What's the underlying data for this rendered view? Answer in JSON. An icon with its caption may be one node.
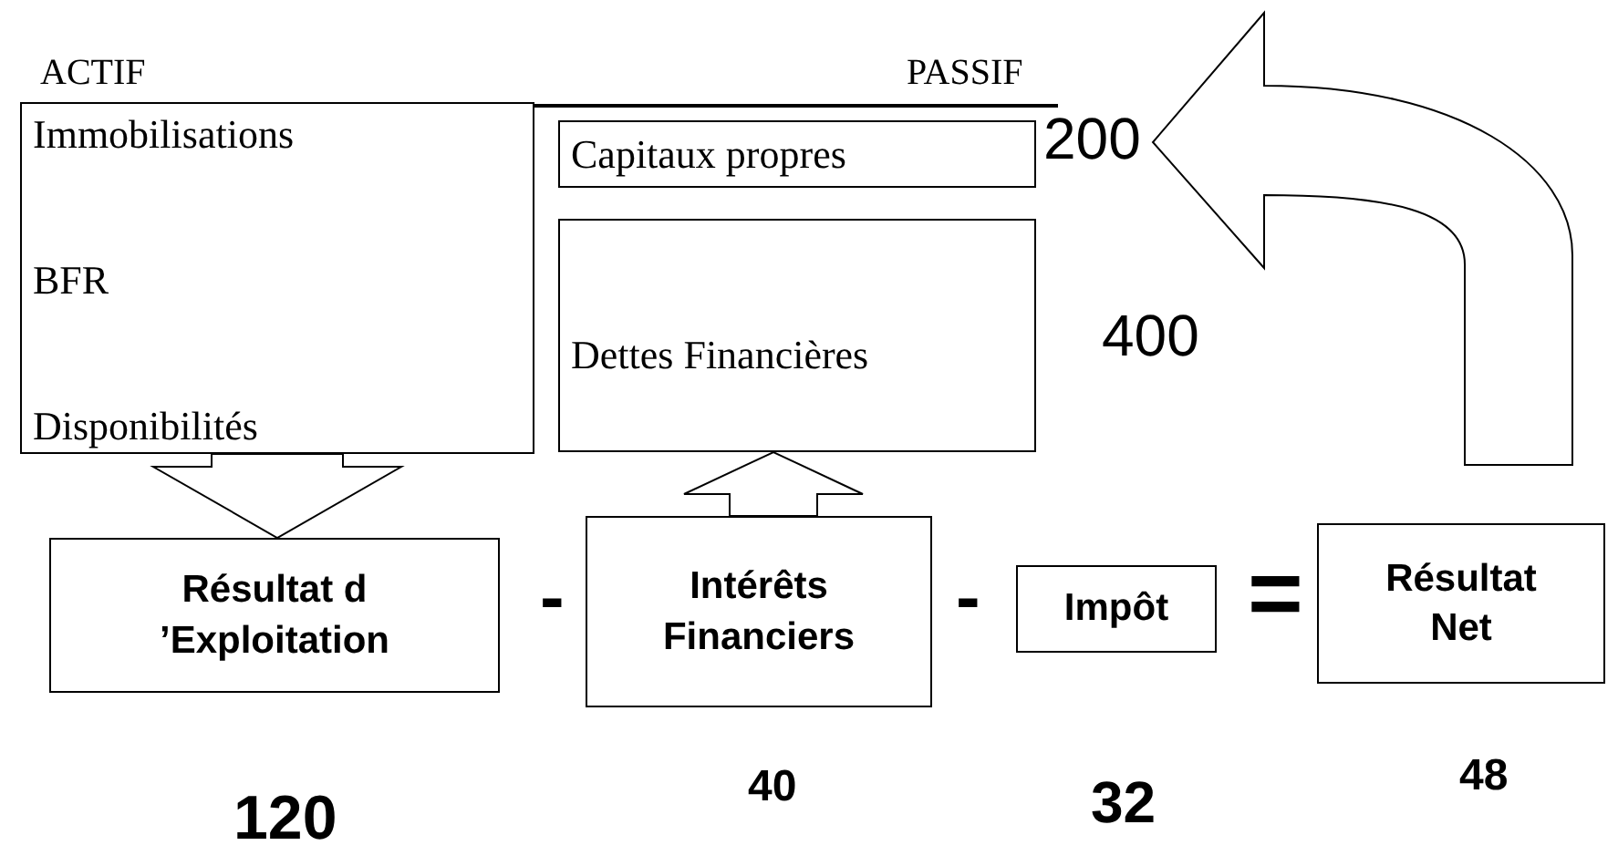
{
  "diagram": {
    "nodes": [
      {
        "text": [
          "Immobilisations",
          "BFR",
          "Disponibilités"
        ]
      },
      {
        "text": [
          "Capitaux propres"
        ]
      },
      {
        "text": [
          "Dettes Financières"
        ]
      },
      {
        "text": [
          "Résultat d ’Exploitation"
        ]
      },
      {
        "text": [
          "Intérêts Financiers"
        ]
      },
      {
        "text": [
          "Impôt"
        ]
      },
      {
        "text": [
          "Résultat Net"
        ]
      }
    ],
    "edges": [
      {
        "from": 0,
        "to": 3,
        "arrow": "to"
      },
      {
        "from": 4,
        "to": 2,
        "arrow": "to"
      },
      {
        "from": 6,
        "to": 1,
        "arrow": "to"
      }
    ],
    "labels": [
      "ACTIF",
      "PASSIF",
      "200",
      "400",
      "-",
      "-",
      "=",
      "120",
      "40",
      "32",
      "48"
    ]
  }
}
